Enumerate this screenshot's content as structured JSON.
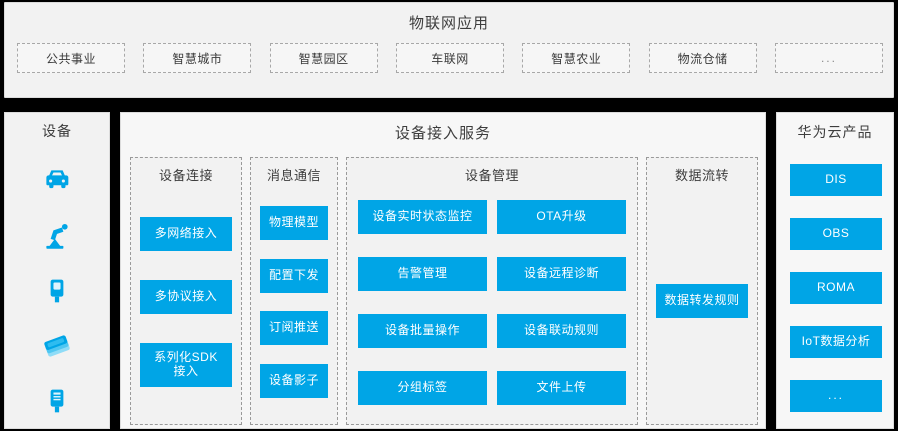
{
  "applications": {
    "title": "物联网应用",
    "tags": [
      {
        "label": "公共事业"
      },
      {
        "label": "智慧城市"
      },
      {
        "label": "智慧园区"
      },
      {
        "label": "车联网"
      },
      {
        "label": "智慧农业"
      },
      {
        "label": "物流仓储"
      },
      {
        "label": "..."
      }
    ]
  },
  "devices": {
    "title": "设备",
    "icons": [
      {
        "name": "car-icon"
      },
      {
        "name": "robot-arm-icon"
      },
      {
        "name": "sensor-device-icon"
      },
      {
        "name": "stacked-panels-icon"
      },
      {
        "name": "meter-device-icon"
      }
    ]
  },
  "service": {
    "title": "设备接入服务",
    "columns": [
      {
        "title": "设备连接",
        "items": [
          "多网络接入",
          "多协议接入",
          "系列化SDK\n接入"
        ]
      },
      {
        "title": "消息通信",
        "items": [
          "物理模型",
          "配置下发",
          "订阅推送",
          "设备影子"
        ]
      },
      {
        "title": "设备管理",
        "items": [
          "设备实时状态监控",
          "OTA升级",
          "告警管理",
          "设备远程诊断",
          "设备批量操作",
          "设备联动规则",
          "分组标签",
          "文件上传"
        ]
      },
      {
        "title": "数据流转",
        "items": [
          "数据转发规则"
        ]
      }
    ]
  },
  "cloud": {
    "title": "华为云产品",
    "items": [
      "DIS",
      "OBS",
      "ROMA",
      "IoT数据分析",
      "..."
    ]
  },
  "colors": {
    "accent_blue": "#00a5e6",
    "panel_bg": "#f2f2f2",
    "page_bg": "#f7f7f7",
    "divider": "#000000",
    "text": "#3d3d3d",
    "dashed_border": "#9a9a9a"
  }
}
